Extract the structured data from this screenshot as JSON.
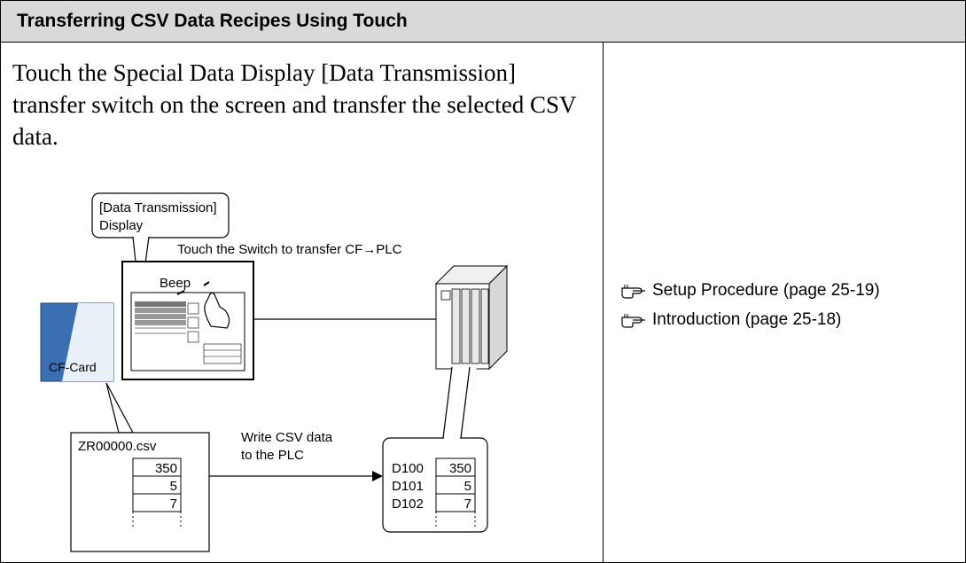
{
  "header": {
    "title": "Transferring CSV Data Recipes Using Touch"
  },
  "body": {
    "description": "Touch the Special Data Display [Data Transmission] transfer switch on the screen and transfer the selected CSV data."
  },
  "references": [
    {
      "icon": "pointing-hand-icon",
      "label": "Setup Procedure (page 25-19)"
    },
    {
      "icon": "pointing-hand-icon",
      "label": "Introduction (page 25-18)"
    }
  ],
  "diagram": {
    "callout_display_line1": "[Data Transmission]",
    "callout_display_line2": "Display",
    "touch_label": "Touch the Switch to transfer CF→PLC",
    "beep_label": "Beep",
    "cf_card_label": "CF-Card",
    "csv_file": {
      "name": "ZR00000.csv",
      "values": [
        "350",
        "5",
        "7"
      ]
    },
    "arrow_label_line1": "Write CSV data",
    "arrow_label_line2": "to the PLC",
    "plc_memory": {
      "addresses": [
        "D100",
        "D101",
        "D102"
      ],
      "values": [
        "350",
        "5",
        "7"
      ]
    }
  }
}
